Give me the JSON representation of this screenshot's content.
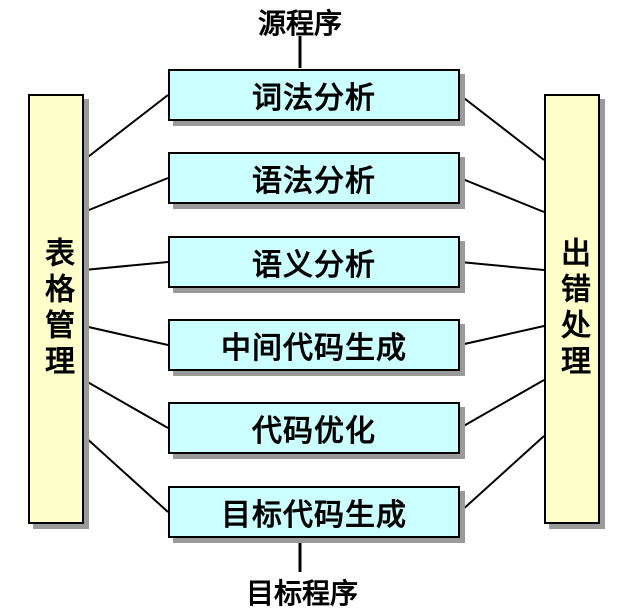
{
  "source_label": "源程序",
  "target_label": "目标程序",
  "phases": [
    {
      "label": "词法分析"
    },
    {
      "label": "语法分析"
    },
    {
      "label": "语义分析"
    },
    {
      "label": "中间代码生成"
    },
    {
      "label": "代码优化"
    },
    {
      "label": "目标代码生成"
    }
  ],
  "left_panel": {
    "label": "表格管理"
  },
  "right_panel": {
    "label": "出错处理"
  },
  "colors": {
    "phase_fill": "#ccffff",
    "side_fill": "#ffffcc",
    "stroke": "#000000",
    "shadow": "#9a9a9a"
  }
}
